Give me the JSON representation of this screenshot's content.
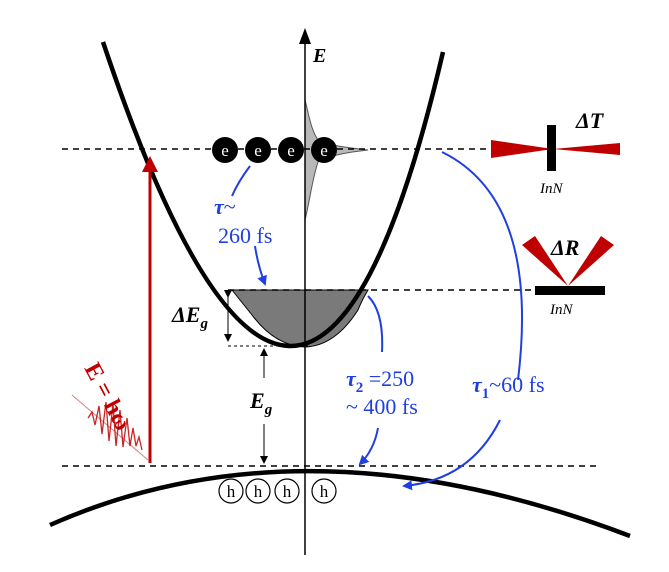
{
  "axis": {
    "energy_label": "E"
  },
  "electrons": {
    "symbol": "e",
    "count": 4
  },
  "holes": {
    "symbol": "h",
    "count": 4
  },
  "transitions": {
    "tau": {
      "symbol": "τ",
      "suffix": "~",
      "value": "260 fs"
    },
    "tau2": {
      "symbol": "τ",
      "sub": "2",
      "line1": " =250",
      "line2": "~ 400 fs"
    },
    "tau1": {
      "symbol": "τ",
      "sub": "1",
      "text": "~60 fs"
    }
  },
  "gap": {
    "delta_eg": {
      "main": "ΔE",
      "sub": "g"
    },
    "eg": {
      "main": "E",
      "sub": "g"
    }
  },
  "excitation": {
    "label": "E = hω"
  },
  "probes": {
    "transmission": {
      "label": "ΔT",
      "sample": "InN"
    },
    "reflection": {
      "label": "ΔR",
      "sample": "InN"
    }
  },
  "colors": {
    "band": "#000000",
    "arrow_blue": "#1f3fe0",
    "pump_red": "#c00000",
    "fill_dark": "#7a7a7a",
    "fill_light": "#b8b8b8"
  }
}
